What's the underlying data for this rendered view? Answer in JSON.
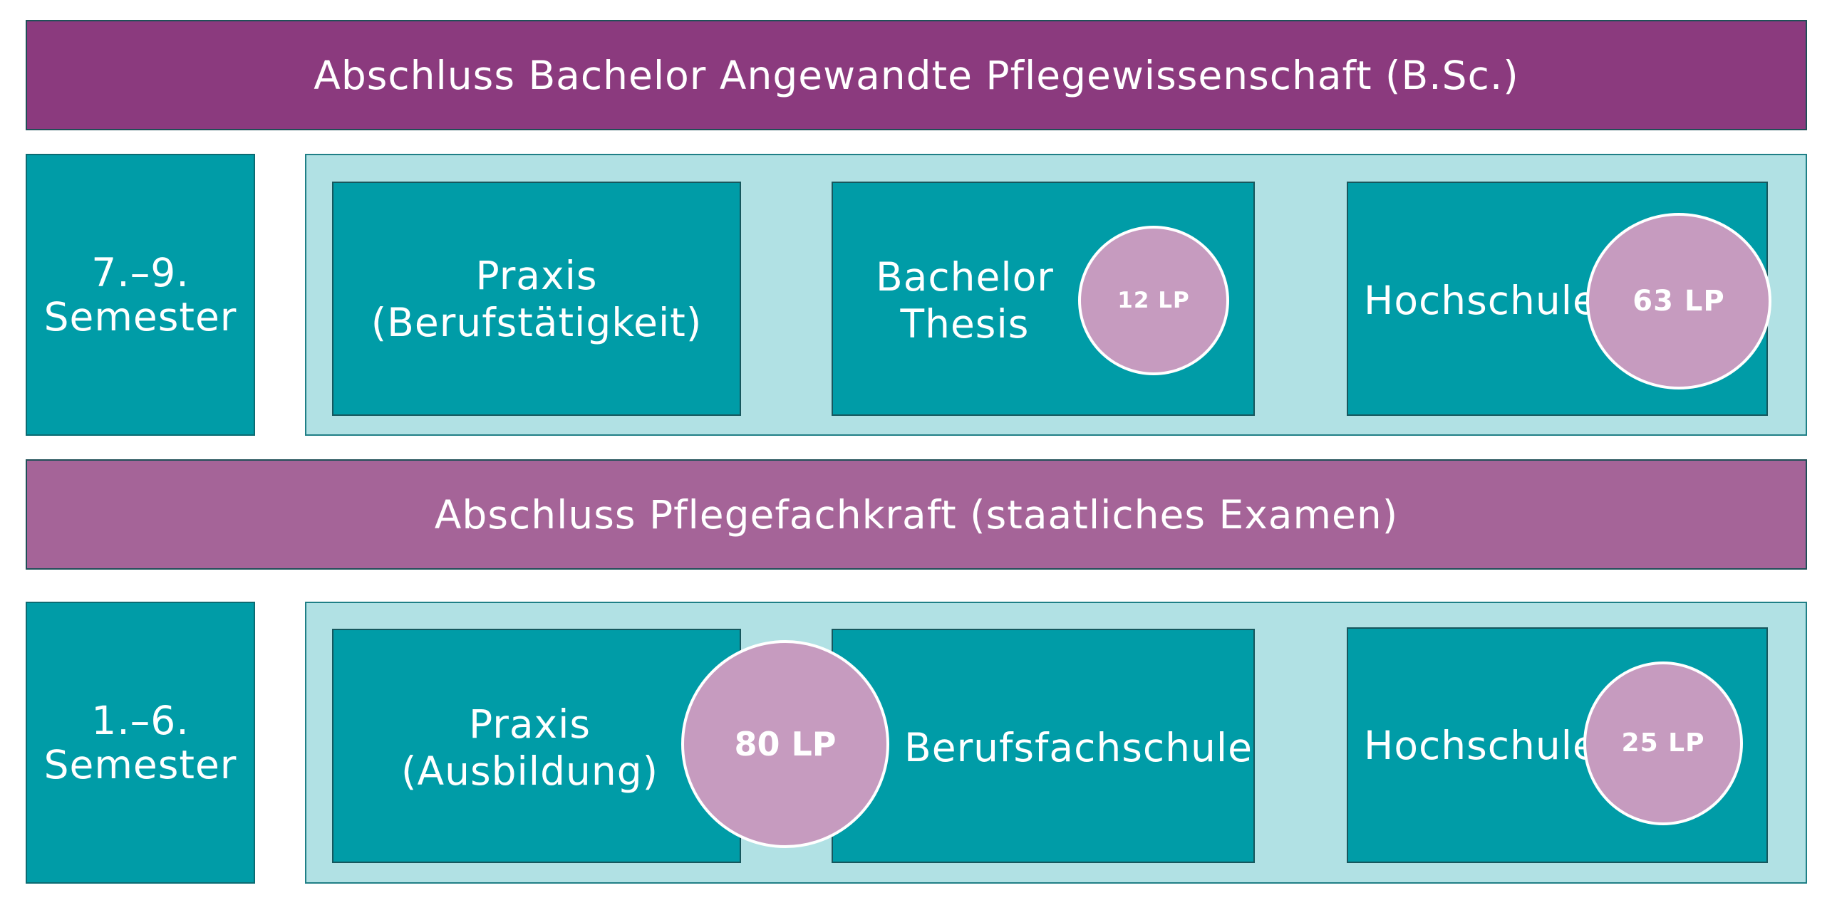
{
  "top_bar": {
    "title": "Abschluss Bachelor Angewandte Pflegewissenschaft (B.Sc.)"
  },
  "upper": {
    "semester_line1": "7.–9.",
    "semester_line2": "Semester",
    "praxis_line1": "Praxis",
    "praxis_line2": "(Berufstätigkeit)",
    "thesis_line1": "Bachelor",
    "thesis_line2": "Thesis",
    "thesis_credits": "12 LP",
    "hochschule": "Hochschule",
    "hochschule_credits": "63 LP"
  },
  "mid_bar": {
    "title": "Abschluss Pflegefachkraft (staatliches Examen)"
  },
  "lower": {
    "semester_line1": "1.–6.",
    "semester_line2": "Semester",
    "praxis_line1": "Praxis",
    "praxis_line2": "(Ausbildung)",
    "shared_credits": "80 LP",
    "berufsfachschule": "Berufsfachschule",
    "hochschule": "Hochschule",
    "hochschule_credits": "25 LP"
  },
  "colors": {
    "dark_purple": "#8b3a7e",
    "light_purple": "#a56498",
    "teal": "#009ca7",
    "light_teal": "#b1e1e4",
    "credit_circle": "#c69bbf"
  }
}
